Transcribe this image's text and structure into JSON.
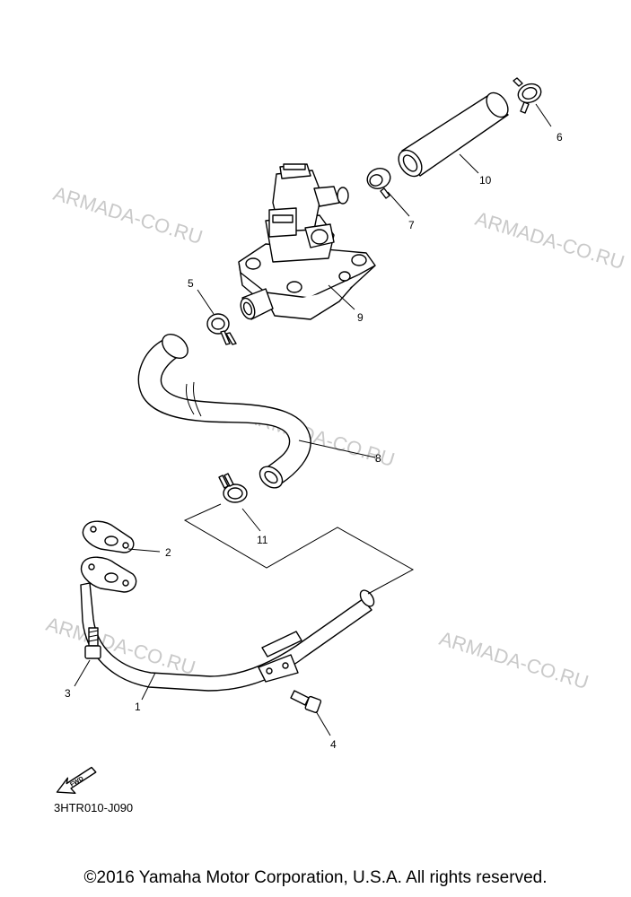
{
  "diagram": {
    "drawing_code": "3HTR010-J090",
    "copyright": "©2016 Yamaha Motor Corporation, U.S.A. All rights reserved.",
    "fwd_label": "FWD",
    "watermark": "ARMADA-CO.RU",
    "callouts": {
      "c1": "1",
      "c2": "2",
      "c3": "3",
      "c4": "4",
      "c5": "5",
      "c6": "6",
      "c7": "7",
      "c8": "8",
      "c9": "9",
      "c10": "10",
      "c11": "11"
    },
    "colors": {
      "line": "#000000",
      "watermark": "#c9c9c9",
      "background": "#ffffff"
    }
  }
}
